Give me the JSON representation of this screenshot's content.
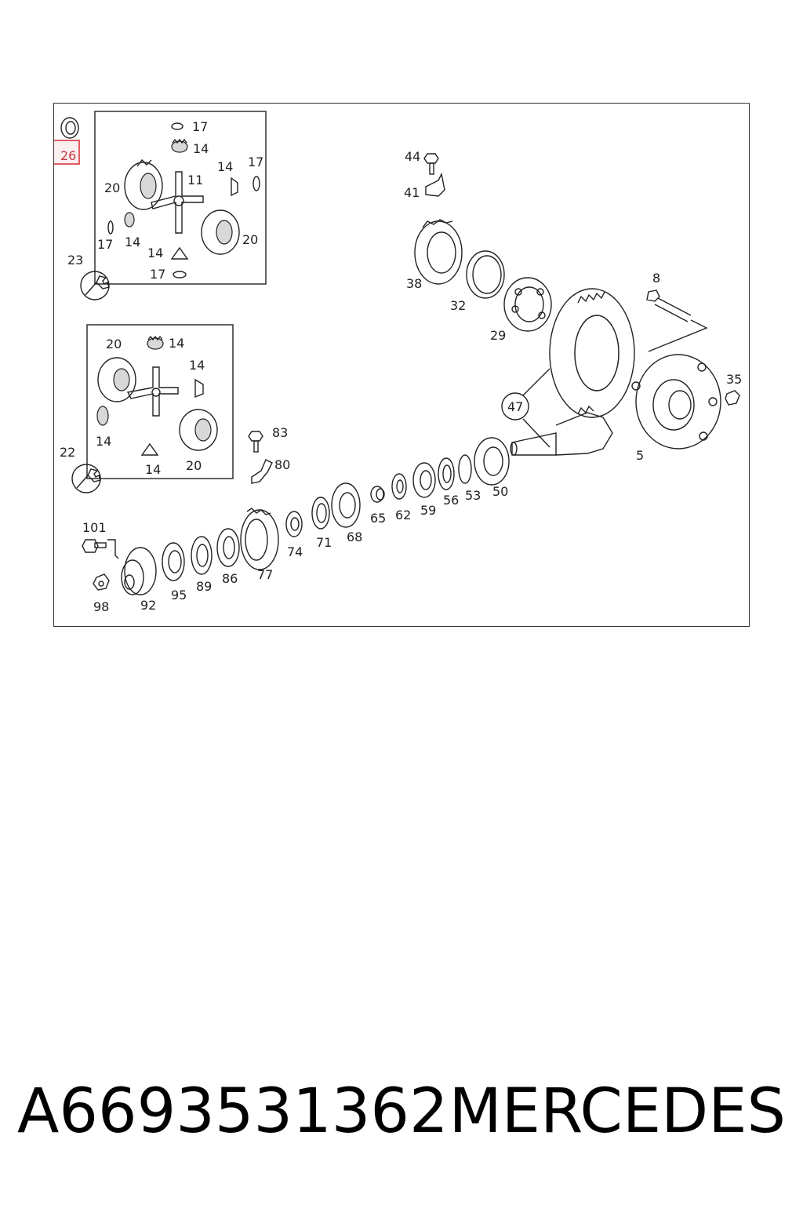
{
  "caption": {
    "part_number": "A6693531362",
    "brand": "MERCEDES"
  },
  "highlight": {
    "part": "26",
    "color": "#d8343a"
  },
  "callouts": {
    "c26": "26",
    "c17a": "17",
    "c14a": "14",
    "c17b": "17",
    "c14b": "14",
    "c20a": "20",
    "c11": "11",
    "c17c": "17",
    "c14c": "14",
    "c20b": "20",
    "c23": "23",
    "c14d": "14",
    "c17d": "17",
    "c20c": "20",
    "c14e": "14",
    "c14f": "14",
    "c14g": "14",
    "c22": "22",
    "c14h": "14",
    "c20d": "20",
    "c44": "44",
    "c41": "41",
    "c38": "38",
    "c32": "32",
    "c29": "29",
    "c8": "8",
    "c35": "35",
    "c47": "47",
    "c5": "5",
    "c83": "83",
    "c80": "80",
    "c101": "101",
    "c98": "98",
    "c92": "92",
    "c95": "95",
    "c89": "89",
    "c86": "86",
    "c77": "77",
    "c74": "74",
    "c71": "71",
    "c68": "68",
    "c65": "65",
    "c62": "62",
    "c59": "59",
    "c56": "56",
    "c53": "53",
    "c50": "50"
  }
}
